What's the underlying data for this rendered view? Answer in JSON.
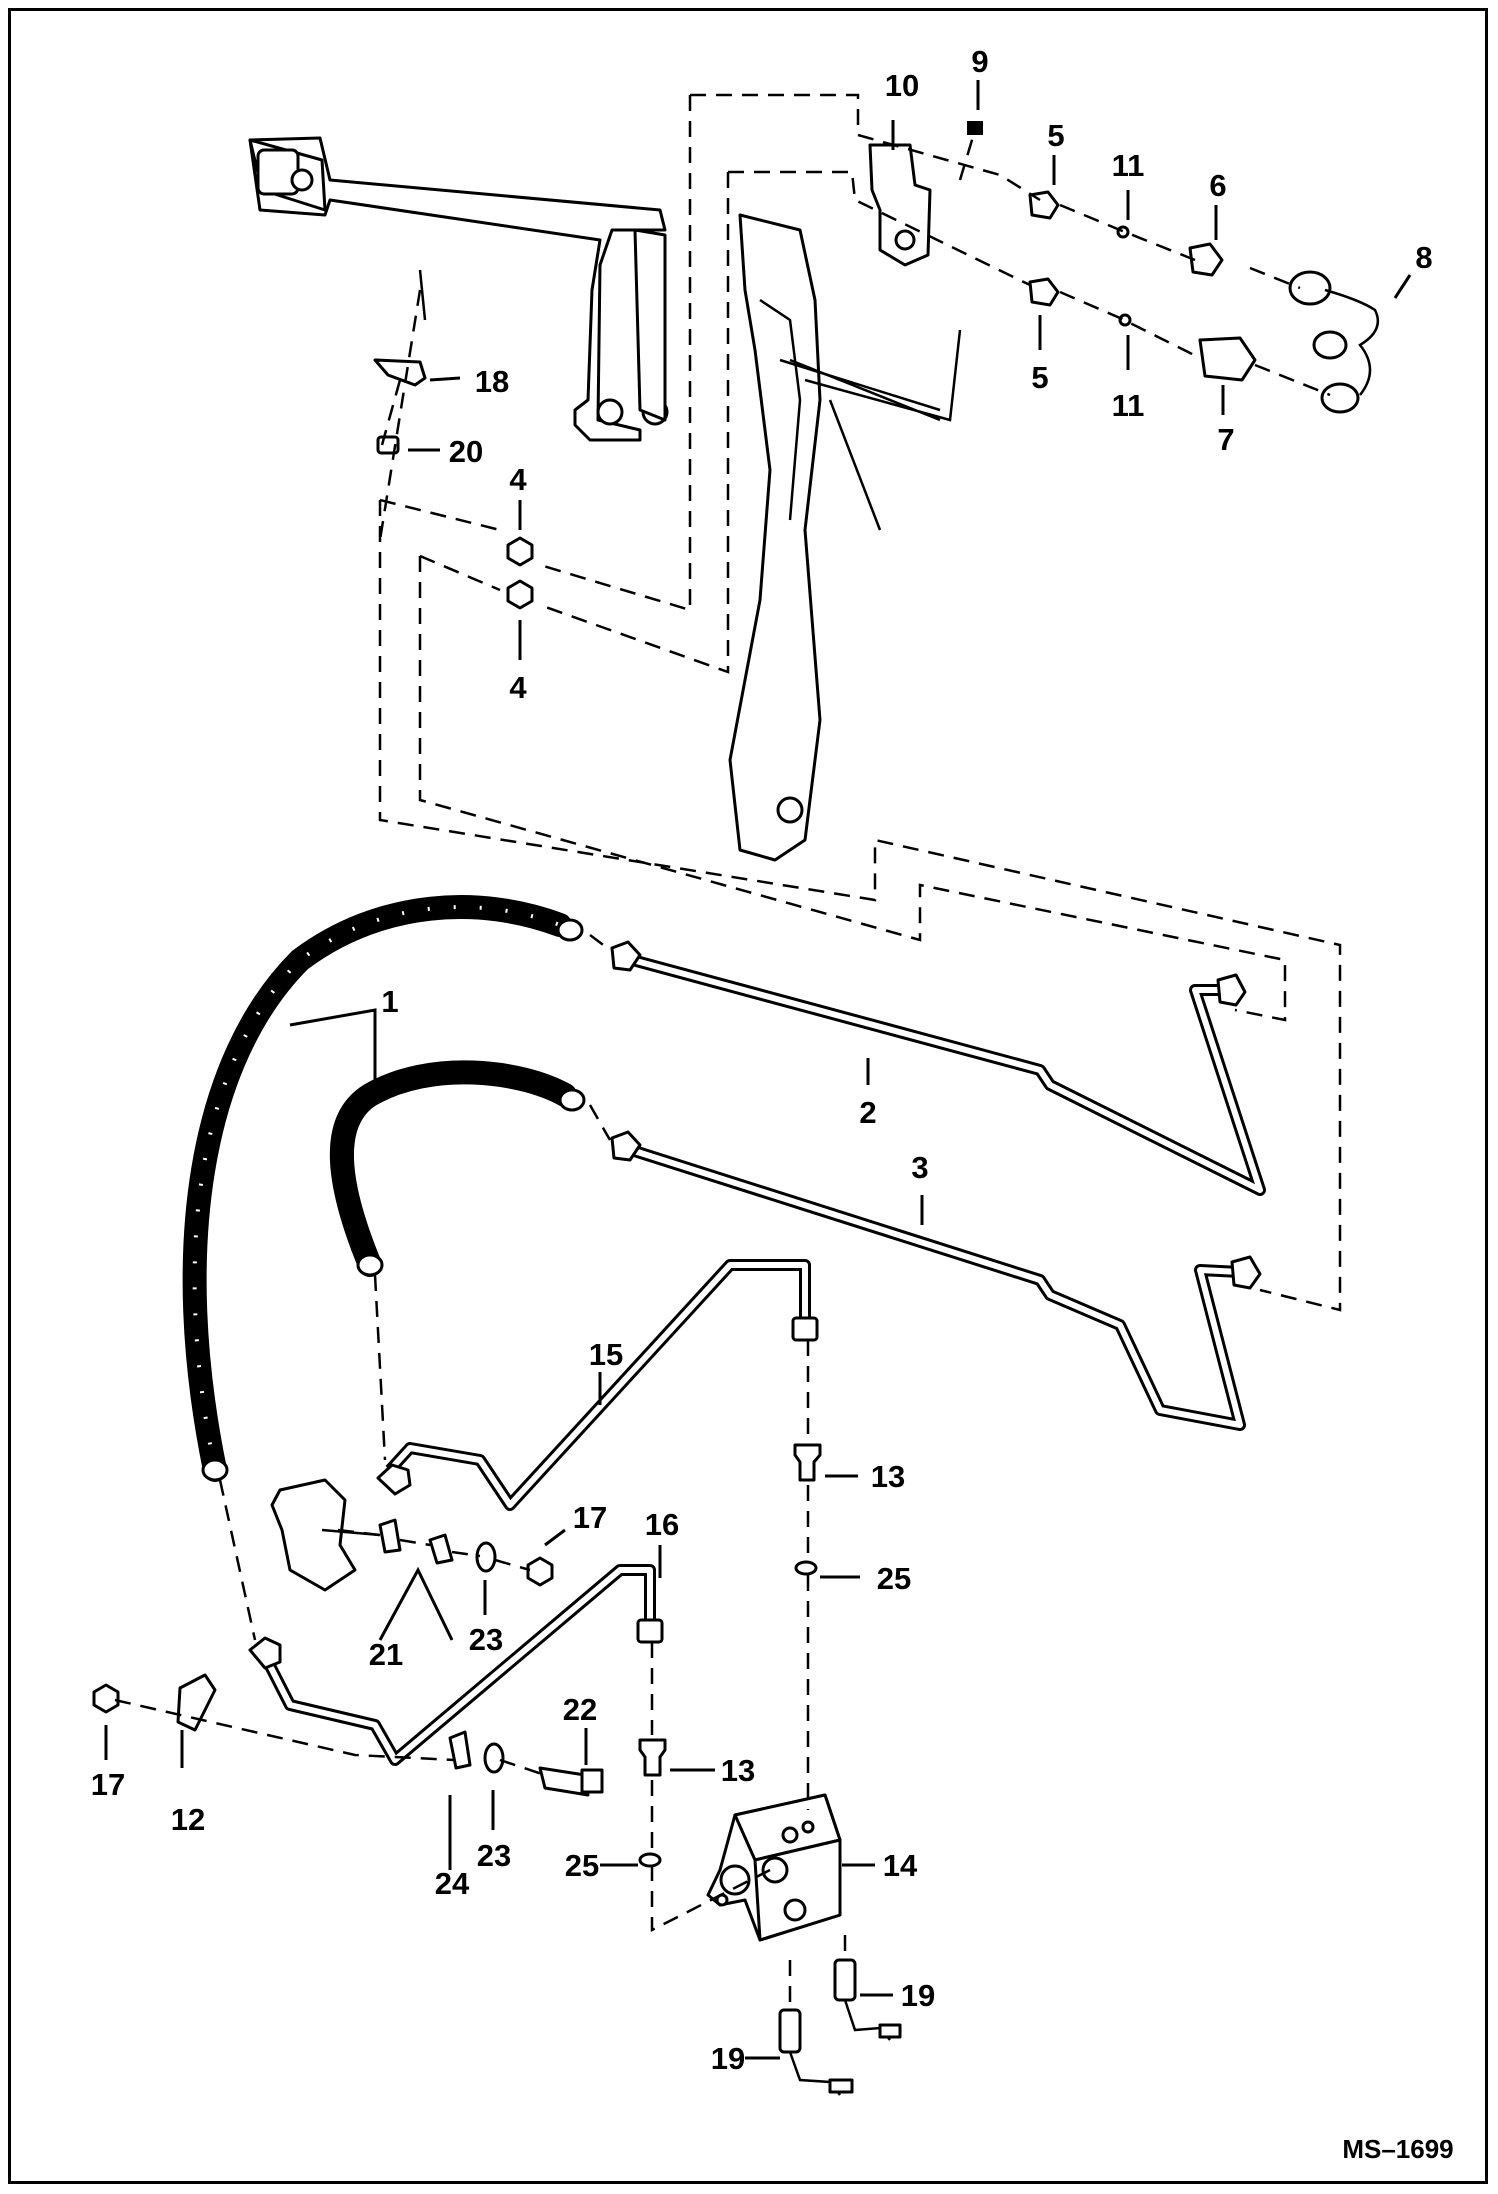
{
  "diagram": {
    "code": "MS–1699",
    "callouts": [
      {
        "id": "c1",
        "text": "1"
      },
      {
        "id": "c2",
        "text": "2"
      },
      {
        "id": "c3",
        "text": "3"
      },
      {
        "id": "c4a",
        "text": "4"
      },
      {
        "id": "c4b",
        "text": "4"
      },
      {
        "id": "c5a",
        "text": "5"
      },
      {
        "id": "c5b",
        "text": "5"
      },
      {
        "id": "c6",
        "text": "6"
      },
      {
        "id": "c7",
        "text": "7"
      },
      {
        "id": "c8",
        "text": "8"
      },
      {
        "id": "c9",
        "text": "9"
      },
      {
        "id": "c10",
        "text": "10"
      },
      {
        "id": "c11a",
        "text": "11"
      },
      {
        "id": "c11b",
        "text": "11"
      },
      {
        "id": "c12",
        "text": "12"
      },
      {
        "id": "c13a",
        "text": "13"
      },
      {
        "id": "c13b",
        "text": "13"
      },
      {
        "id": "c14",
        "text": "14"
      },
      {
        "id": "c15",
        "text": "15"
      },
      {
        "id": "c16",
        "text": "16"
      },
      {
        "id": "c17a",
        "text": "17"
      },
      {
        "id": "c17b",
        "text": "17"
      },
      {
        "id": "c18",
        "text": "18"
      },
      {
        "id": "c19a",
        "text": "19"
      },
      {
        "id": "c19b",
        "text": "19"
      },
      {
        "id": "c20",
        "text": "20"
      },
      {
        "id": "c21",
        "text": "21"
      },
      {
        "id": "c22",
        "text": "22"
      },
      {
        "id": "c23a",
        "text": "23"
      },
      {
        "id": "c23b",
        "text": "23"
      },
      {
        "id": "c24",
        "text": "24"
      },
      {
        "id": "c25a",
        "text": "25"
      },
      {
        "id": "c25b",
        "text": "25"
      }
    ]
  }
}
